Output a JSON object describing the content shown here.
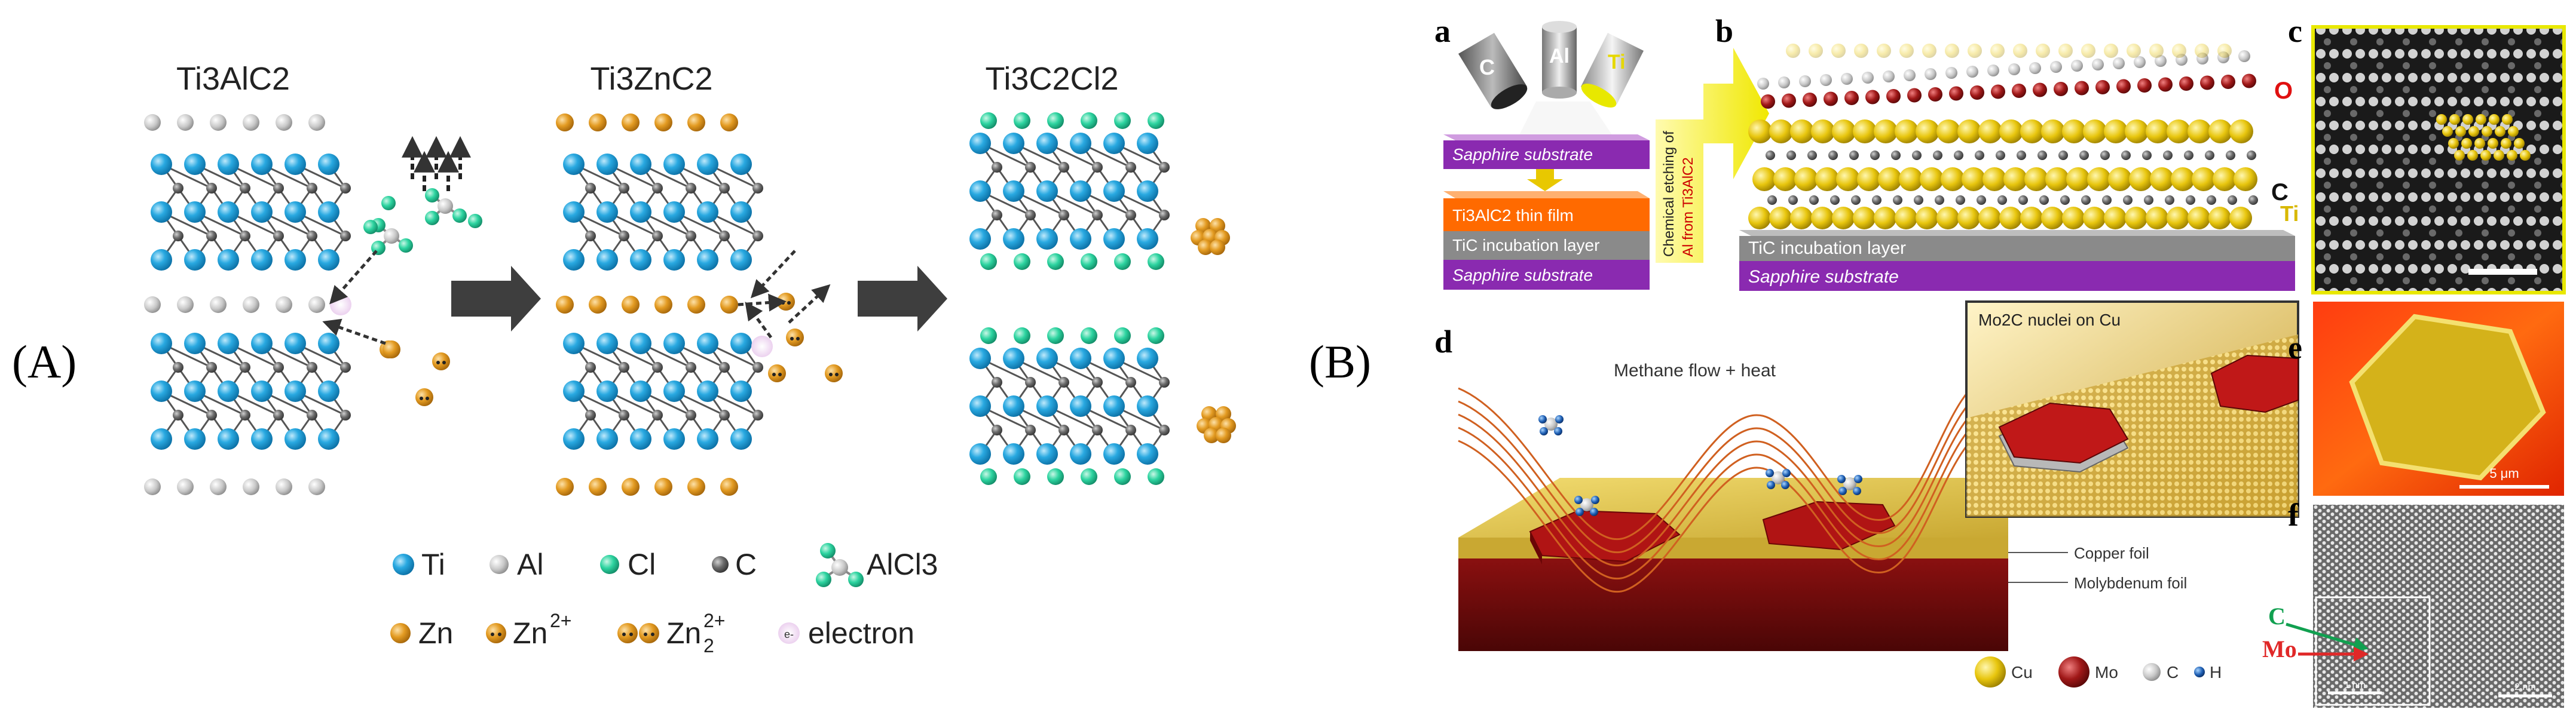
{
  "panel_labels": {
    "A": "(A)",
    "B": "(B)"
  },
  "panel_A": {
    "titles": [
      "Ti3AlC2",
      "Ti3ZnC2",
      "Ti3C2Cl2"
    ],
    "legend": {
      "ti": "Ti",
      "al": "Al",
      "cl": "Cl",
      "c": "C",
      "alcl3": "AlCl3",
      "zn": "Zn",
      "zn2": "Zn",
      "zn2_sup": "2+",
      "zn2_2": "Zn",
      "zn2_2_sup": "2+",
      "zn2_2_sub": "2",
      "electron": "electron",
      "electron_glyph": "e-"
    },
    "colors": {
      "ti": "#29a9e1",
      "al": "#c8c8c8",
      "cl": "#2dd4a0",
      "c": "#6d6d6d",
      "zn": "#e39b22",
      "electron": "#e8c8ec"
    }
  },
  "panel_B": {
    "sub_labels": {
      "a": "a",
      "b": "b",
      "c": "c",
      "d": "d",
      "e": "e",
      "f": "f"
    },
    "targets": {
      "c": "C",
      "al": "Al",
      "ti": "Ti"
    },
    "layers_a": {
      "sapphire_top": "Sapphire substrate",
      "film": "Ti3AlC2 thin film",
      "incubation": "TiC incubation layer",
      "sapphire_bottom": "Sapphire substrate"
    },
    "arrow_text_1": "Chemical etching of",
    "arrow_text_2": "Al from Ti3AlC2",
    "layers_b": {
      "incubation": "TiC incubation layer",
      "sapphire": "Sapphire substrate"
    },
    "atoms_b": {
      "o": "O",
      "c": "C",
      "ti": "Ti"
    },
    "diagram_d": {
      "methane": "Methane flow + heat",
      "copper": "Copper foil",
      "molybdenum": "Molybdenum foil",
      "inset": "Mo2C nuclei on Cu"
    },
    "legend_d": {
      "cu": "Cu",
      "mo": "Mo",
      "c": "C",
      "h": "H"
    },
    "scale_e": "5 μm",
    "labels_f": {
      "c": "C",
      "mo": "Mo",
      "scale_inset": "1 nm",
      "scale_main": "2 nm"
    }
  }
}
